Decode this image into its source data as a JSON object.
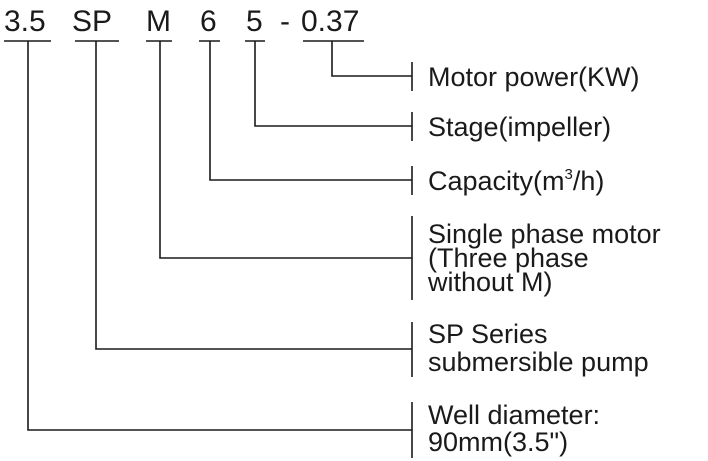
{
  "code": {
    "well_diameter": "3.5",
    "series": "SP",
    "motor_type": "M",
    "capacity": "6",
    "stage": "5",
    "separator": "-",
    "motor_power": "0.37"
  },
  "labels": {
    "motor_power": "Motor power(KW)",
    "stage": "Stage(impeller)",
    "capacity_prefix": "Capacity(m",
    "capacity_sup": "3",
    "capacity_suffix": "/h)",
    "single_phase_line1": "Single phase motor",
    "single_phase_line2": "(Three phase",
    "single_phase_line3": "without M)",
    "sp_series_line1": "SP Series",
    "sp_series_line2": "submersible pump",
    "well_diameter_line1": "Well diameter:",
    "well_diameter_line2": "90mm(3.5\")"
  }
}
